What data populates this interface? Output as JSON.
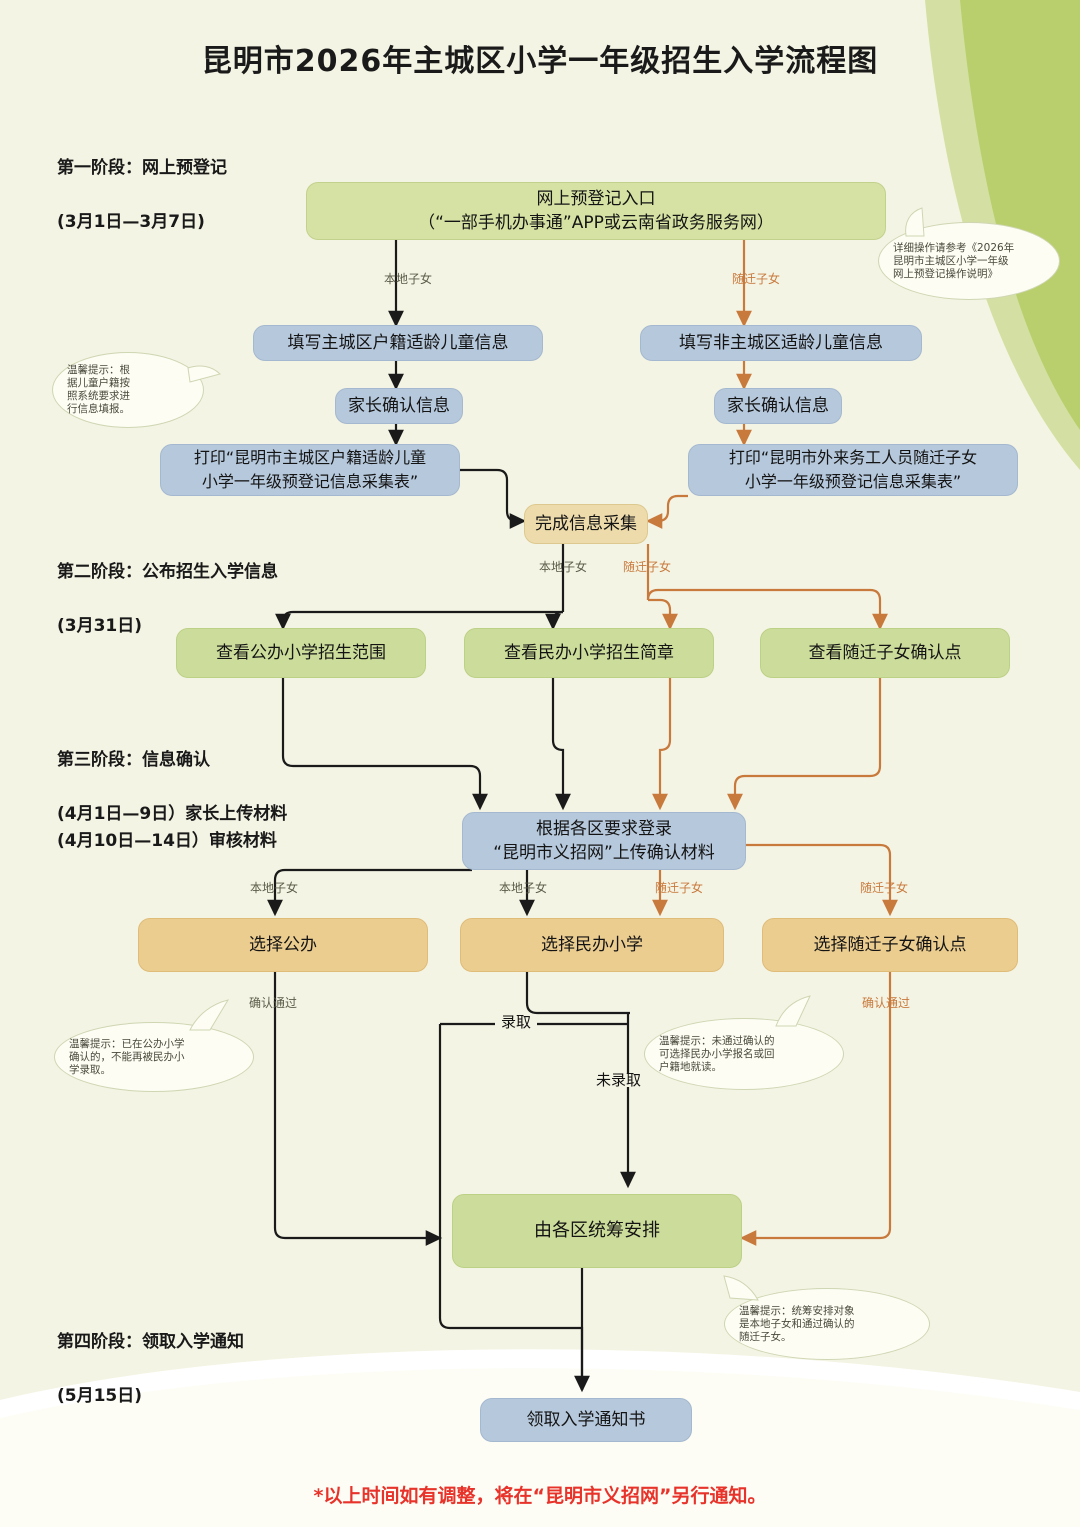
{
  "page": {
    "title": "昆明市2026年主城区小学一年级招生入学流程图",
    "footnote": "*以上时间如有调整，将在“昆明市义招网”另行通知。",
    "colors": {
      "background": "#f4f4e4",
      "accent_green": "#b9cf6e",
      "node_green": "#d5e2a3",
      "node_blue": "#b6c8dc",
      "node_tan": "#eddbab",
      "node_orange": "#eccd90",
      "label_local": "#5c5c4a",
      "label_migrant": "#c8793c",
      "footnote_red": "#e8332a"
    }
  },
  "phases": [
    {
      "id": "phase-1",
      "heading": "第一阶段：网上预登记",
      "dates": "(3月1日—3月7日)"
    },
    {
      "id": "phase-2",
      "heading": "第二阶段：公布招生入学信息",
      "dates": "(3月31日)"
    },
    {
      "id": "phase-3",
      "heading": "第三阶段：信息确认",
      "dates": "(4月1日—9日）家长上传材料\n(4月10日—14日）审核材料"
    },
    {
      "id": "phase-4",
      "heading": "第四阶段：领取入学通知",
      "dates": "(5月15日)"
    }
  ],
  "nodes": {
    "entry": "网上预登记入口\n（“一部手机办事通”APP或云南省政务服务网）",
    "fill_local": "填写主城区户籍适龄儿童信息",
    "fill_migrant": "填写非主城区适龄儿童信息",
    "confirm_local": "家长确认信息",
    "confirm_migrant": "家长确认信息",
    "print_local": "打印“昆明市主城区户籍适龄儿童\n小学一年级预登记信息采集表”",
    "print_migrant": "打印“昆明市外来务工人员随迁子女\n小学一年级预登记信息采集表”",
    "collect_done": "完成信息采集",
    "view_public_range": "查看公办小学招生范围",
    "view_private_guide": "查看民办小学招生简章",
    "view_migrant_point": "查看随迁子女确认点",
    "upload": "根据各区要求登录\n“昆明市义招网”上传确认材料",
    "choose_public": "选择公办",
    "choose_private": "选择民办小学",
    "choose_migrant_point": "选择随迁子女确认点",
    "district_arrange": "由各区统筹安排",
    "get_notice": "领取入学通知书"
  },
  "edge_labels": {
    "entry_local": "本地子女",
    "entry_migrant": "随迁子女",
    "collect_local": "本地子女",
    "collect_migrant": "随迁子女",
    "upload_local_public": "本地子女",
    "upload_local_private": "本地子女",
    "upload_migrant_private": "随迁子女",
    "upload_migrant_point": "随迁子女",
    "public_pass": "确认通过",
    "migrant_pass": "确认通过",
    "admitted": "录取",
    "not_admitted": "未录取"
  },
  "callouts": [
    {
      "id": "callout-operation-guide",
      "lines": [
        "详细操作请参考《2026年",
        "昆明市主城区小学一年级",
        "网上预登记操作说明》"
      ]
    },
    {
      "id": "callout-fill-by-hukou",
      "lines": [
        "温馨提示：根",
        "据儿童户籍按",
        "照系统要求进",
        "行信息填报。"
      ]
    },
    {
      "id": "callout-public-confirmed",
      "lines": [
        "温馨提示：已在公办小学",
        "确认的，不能再被民办小",
        "学录取。"
      ]
    },
    {
      "id": "callout-not-confirmed",
      "lines": [
        "温馨提示：未通过确认的",
        "可选择民办小学报名或回",
        "户籍地就读。"
      ]
    },
    {
      "id": "callout-arrange-scope",
      "lines": [
        "温馨提示：统筹安排对象",
        "是本地子女和通过确认的",
        "随迁子女。"
      ]
    }
  ]
}
